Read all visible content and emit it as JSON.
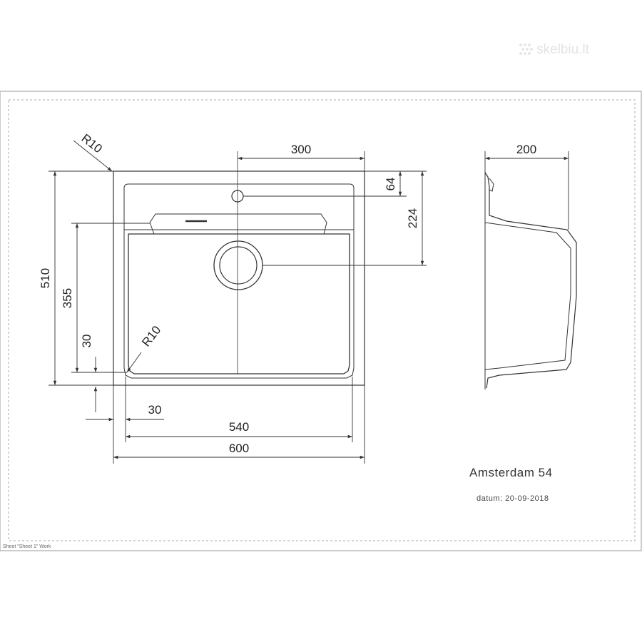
{
  "watermark": {
    "text": "skelbiu.lt"
  },
  "sheet_footer": "Sheet \"Sheet 1\" Work",
  "title_block": {
    "model": "Amsterdam 54",
    "date_label": "datum: 20-09-2018"
  },
  "dimensions": {
    "corner_outer": "R10",
    "corner_inner": "R10",
    "tap_hole_offset": "300",
    "tap_hole_depth": "64",
    "drain_depth": "224",
    "overall_depth": "510",
    "bowl_depth": "355",
    "bowl_bottom_margin": "30",
    "bowl_side_margin": "30",
    "bowl_width": "540",
    "overall_width": "600",
    "bowl_height": "200"
  },
  "colors": {
    "line": "#333333",
    "light_line": "#888888",
    "frame": "#aaaaaa"
  }
}
